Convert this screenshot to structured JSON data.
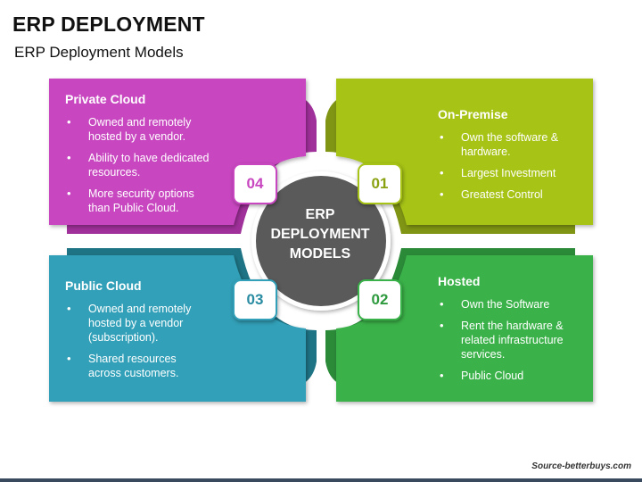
{
  "header": {
    "title": "ERP DEPLOYMENT",
    "subtitle": "ERP Deployment Models"
  },
  "center": {
    "label": "ERP\nDEPLOYMENT\nMODELS"
  },
  "colors": {
    "private_cloud": "#c846c0",
    "on_premise": "#a6c316",
    "public_cloud": "#32a0b8",
    "hosted": "#3ab24a",
    "center_circle": "#5a5a5a"
  },
  "quadrants": {
    "private_cloud": {
      "number": "04",
      "title": "Private Cloud",
      "bullets": [
        "Owned and remotely hosted by a vendor.",
        "Ability to have dedicated resources.",
        "More security options than Public Cloud."
      ]
    },
    "on_premise": {
      "number": "01",
      "title": "On-Premise",
      "bullets": [
        "Own the software & hardware.",
        "Largest Investment",
        "Greatest Control"
      ]
    },
    "public_cloud": {
      "number": "03",
      "title": "Public Cloud",
      "bullets": [
        "Owned and remotely hosted by a vendor (subscription).",
        "Shared resources across customers."
      ]
    },
    "hosted": {
      "number": "02",
      "title": "Hosted",
      "bullets": [
        "Own the Software",
        "Rent the hardware & related infrastructure services.",
        "Public Cloud"
      ]
    }
  },
  "footer": {
    "source": "Source-betterbuys.com"
  }
}
